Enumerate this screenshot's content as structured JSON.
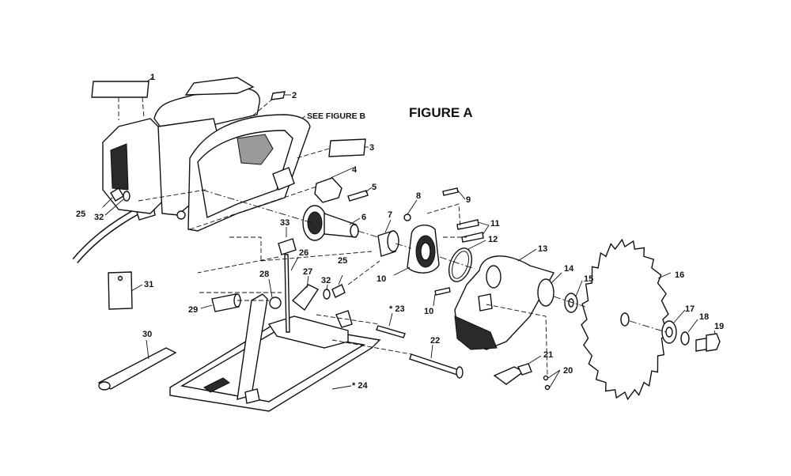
{
  "figure": {
    "title": "FIGURE A",
    "see_note": "SEE FIGURE B"
  },
  "callouts": [
    {
      "id": "c1",
      "text": "1"
    },
    {
      "id": "c2",
      "text": "2"
    },
    {
      "id": "c3",
      "text": "3"
    },
    {
      "id": "c4",
      "text": "4"
    },
    {
      "id": "c5",
      "text": "5"
    },
    {
      "id": "c6",
      "text": "6"
    },
    {
      "id": "c7",
      "text": "7"
    },
    {
      "id": "c8",
      "text": "8"
    },
    {
      "id": "c9",
      "text": "9"
    },
    {
      "id": "c10a",
      "text": "10"
    },
    {
      "id": "c10b",
      "text": "10"
    },
    {
      "id": "c11",
      "text": "11"
    },
    {
      "id": "c12",
      "text": "12"
    },
    {
      "id": "c13",
      "text": "13"
    },
    {
      "id": "c14",
      "text": "14"
    },
    {
      "id": "c15",
      "text": "15"
    },
    {
      "id": "c16",
      "text": "16"
    },
    {
      "id": "c17",
      "text": "17"
    },
    {
      "id": "c18",
      "text": "18"
    },
    {
      "id": "c19",
      "text": "19"
    },
    {
      "id": "c20",
      "text": "20"
    },
    {
      "id": "c21",
      "text": "21"
    },
    {
      "id": "c22",
      "text": "22"
    },
    {
      "id": "c23",
      "text": "* 23"
    },
    {
      "id": "c24",
      "text": "* 24"
    },
    {
      "id": "c25a",
      "text": "25"
    },
    {
      "id": "c25b",
      "text": "25"
    },
    {
      "id": "c26",
      "text": "26"
    },
    {
      "id": "c27",
      "text": "27"
    },
    {
      "id": "c28",
      "text": "28"
    },
    {
      "id": "c29",
      "text": "29"
    },
    {
      "id": "c30",
      "text": "30"
    },
    {
      "id": "c31",
      "text": "31"
    },
    {
      "id": "c32a",
      "text": "32"
    },
    {
      "id": "c32b",
      "text": "32"
    },
    {
      "id": "c33",
      "text": "33"
    }
  ]
}
